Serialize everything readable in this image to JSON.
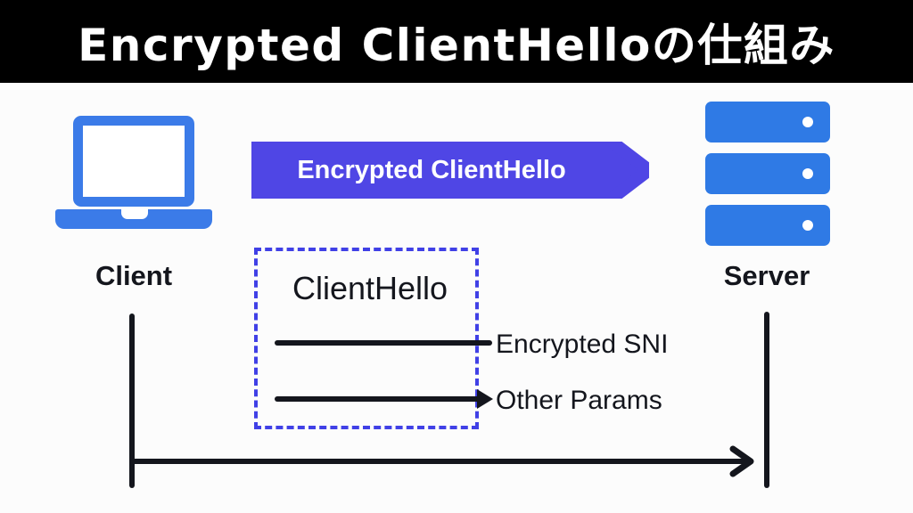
{
  "header": {
    "title": "Encrypted ClientHelloの仕組み",
    "background_color": "#000000",
    "text_color": "#ffffff"
  },
  "colors": {
    "page_background": "#fcfcfc",
    "icon_blue": "#2F7AE5",
    "banner_purple": "#4F46E5",
    "dashed_border": "#4040E6",
    "line_dark": "#14161d"
  },
  "diagram": {
    "client": {
      "label": "Client",
      "icon": "laptop-icon"
    },
    "server": {
      "label": "Server",
      "icon": "server-rack-icon",
      "units": 3
    },
    "banner": {
      "label": "Encrypted ClientHello",
      "shape": "right-arrow-banner"
    },
    "clienthello_box": {
      "title": "ClientHello",
      "border_style": "dashed",
      "params": [
        {
          "label": "Encrypted SNI",
          "has_arrowhead": false
        },
        {
          "label": "Other Params",
          "has_arrowhead": true
        }
      ]
    },
    "flow_arrow": {
      "direction": "client-to-server",
      "style": "solid-with-chevron-head"
    }
  }
}
